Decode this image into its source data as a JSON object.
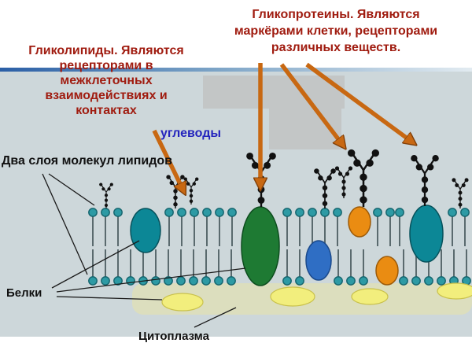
{
  "slide": {
    "labels": {
      "glycolipids": {
        "lines": [
          "Гликолипиды. Являются",
          "рецепторами в",
          "межклеточных",
          "взаимодействиях и",
          "контактах"
        ]
      },
      "glycoproteins": {
        "lines": [
          "Гликопротеины. Являются",
          "маркёрами клетки, рецепторами",
          "различных веществ."
        ]
      },
      "carbohydrates": "углеводы",
      "lipid_bilayer": "Два слоя молекул липидов",
      "proteins": "Белки",
      "cytoplasm": "Цитоплазма"
    },
    "colors": {
      "label_red": "#a01c10",
      "label_blue": "#2424bd",
      "arrow_orange": "#c86812",
      "panel_bg": "#cdd7da",
      "lipid_head_teal": "#2d9aa4",
      "protein_teal": "#0c8796",
      "protein_green": "#1e7a33",
      "protein_blue": "#2f6ec4",
      "protein_orange": "#ea8c12",
      "cytoplasm_yellow": "#f2ee7d"
    }
  }
}
